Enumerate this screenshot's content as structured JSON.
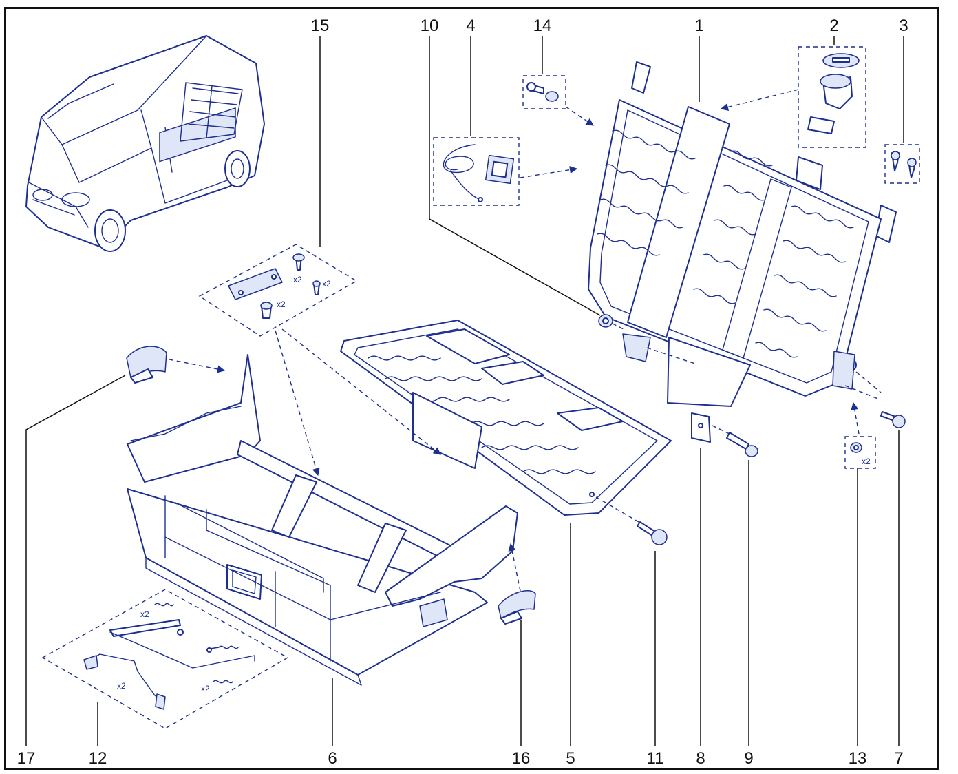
{
  "colors": {
    "line_art": "#1d2f8f",
    "frame": "#111111",
    "background": "#ffffff"
  },
  "callouts": {
    "p1": "1",
    "p2": "2",
    "p3": "3",
    "p4": "4",
    "p5": "5",
    "p6": "6",
    "p7": "7",
    "p8": "8",
    "p9": "9",
    "p10": "10",
    "p11": "11",
    "p12": "12",
    "p13": "13",
    "p14": "14",
    "p15": "15",
    "p16": "16",
    "p17": "17"
  },
  "quantities": {
    "bolt_15a": "x2",
    "bolt_15b": "x2",
    "stud_15": "x2",
    "washer_13": "x2",
    "spring_12a": "x2",
    "rod_12": "x2",
    "spring_12b": "x2"
  }
}
